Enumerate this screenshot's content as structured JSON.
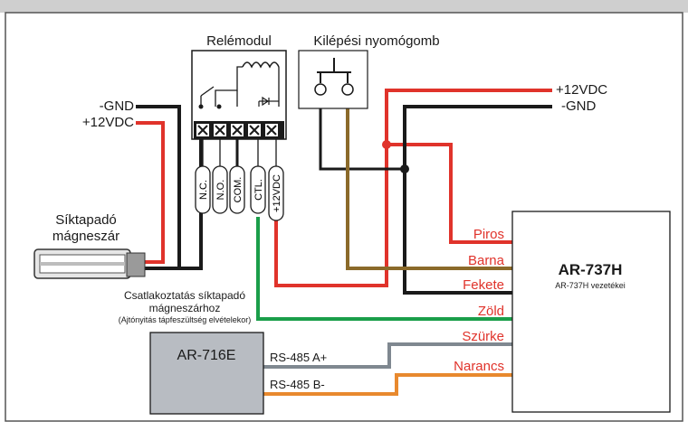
{
  "diagram": {
    "relay_title": "Relémodul",
    "exit_button_title": "Kilépési nyomógomb",
    "lock_title_line1": "Síktapadó",
    "lock_title_line2": "mágneszár",
    "left_gnd": "-GND",
    "left_12v": "+12VDC",
    "right_12v": "+12VDC",
    "right_gnd": "-GND",
    "term_nc": "N.C.",
    "term_no": "N.O.",
    "term_com": "COM.",
    "term_ctl": "CTL.",
    "term_12v": "+12VDC",
    "conn_line1": "Csatlakoztatás síktapadó",
    "conn_line2": "mágneszárhoz",
    "conn_line3": "(Ajtónyitás tápfeszültség elvételekor)",
    "ar716_label": "AR-716E",
    "rs485a": "RS-485 A+",
    "rs485b": "RS-485 B-",
    "ar737_label": "AR-737H",
    "ar737_sub": "AR-737H vezetékei",
    "wire_piros": "Piros",
    "wire_barna": "Barna",
    "wire_fekete": "Fekete",
    "wire_zold": "Zöld",
    "wire_szurke": "Szürke",
    "wire_narancs": "Narancs"
  },
  "colors": {
    "red": "#e0332b",
    "black": "#1a1a1a",
    "brown": "#8b6a2a",
    "green": "#1a9e4a",
    "gray": "#7f8890",
    "orange": "#e8892e",
    "box_gray": "#b8bcc2",
    "header_gray": "#cfcfcf"
  }
}
